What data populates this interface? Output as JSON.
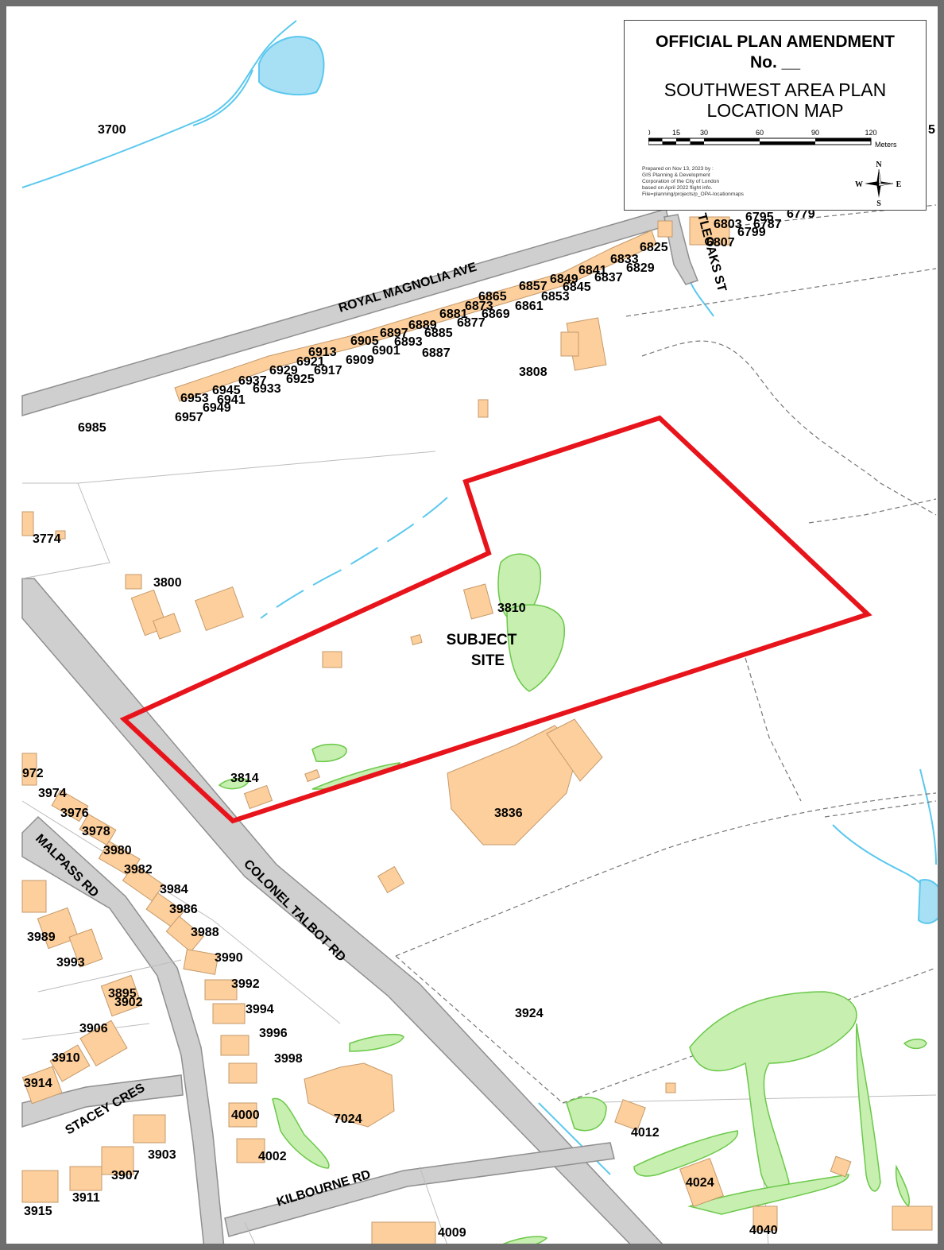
{
  "legend": {
    "title_line1": "OFFICIAL PLAN AMENDMENT",
    "title_line2": "No. __",
    "subtitle_line1": "SOUTHWEST AREA PLAN",
    "subtitle_line2": "LOCATION MAP",
    "scale_ticks": [
      "0",
      "15",
      "30",
      "60",
      "90",
      "120"
    ],
    "scale_unit": "Meters",
    "credits": [
      "Prepared on Nov 13, 2023 by :",
      "GIS Planning & Development",
      "Corporation of the City of London",
      "based on April 2022 flight info.",
      "File=planning/projects/p_OPA-locationmaps"
    ],
    "compass": {
      "n": "N",
      "s": "S",
      "e": "E",
      "w": "W"
    }
  },
  "subject_site": {
    "line1": "SUBJECT",
    "line2": "SITE",
    "outline_color": "#e8141c"
  },
  "roads": {
    "royal_magnolia": "ROYAL MAGNOLIA AVE",
    "colonel_talbot": "COLONEL TALBOT RD",
    "malpass": "MALPASS RD",
    "stacey": "STACEY CRES",
    "kilbourne": "KILBOURNE RD",
    "littleoaks": "TLEOAKS ST"
  },
  "parcels": {
    "p3700": "3700",
    "p6985": "6985",
    "p3774": "3774",
    "p3800": "3800",
    "p3808": "3808",
    "p3810": "3810",
    "p3814": "3814",
    "p3836": "3836",
    "p3924": "3924",
    "p4012": "4012",
    "p4024": "4024",
    "p4040": "4040",
    "p4009": "4009",
    "p7024": "7024",
    "p6825": "6825",
    "p6833": "6833",
    "p6829": "6829",
    "p6841": "6841",
    "p6837": "6837",
    "p6849": "6849",
    "p6845": "6845",
    "p6857": "6857",
    "p6853": "6853",
    "p6861": "6861",
    "p6865": "6865",
    "p6873": "6873",
    "p6869": "6869",
    "p6881": "6881",
    "p6877": "6877",
    "p6889": "6889",
    "p6885": "6885",
    "p6887": "6887",
    "p6897": "6897",
    "p6893": "6893",
    "p6901": "6901",
    "p6905": "6905",
    "p6909": "6909",
    "p6913": "6913",
    "p6921": "6921",
    "p6917": "6917",
    "p6929": "6929",
    "p6925": "6925",
    "p6937": "6937",
    "p6933": "6933",
    "p6945": "6945",
    "p6941": "6941",
    "p6953": "6953",
    "p6949": "6949",
    "p6957": "6957",
    "p6803": "6803",
    "p6795": "6795",
    "p6787": "6787",
    "p6779": "6779",
    "p6807": "6807",
    "p6799": "6799",
    "p3972": "972",
    "p3974": "3974",
    "p3976": "3976",
    "p3978": "3978",
    "p3980": "3980",
    "p3982": "3982",
    "p3984": "3984",
    "p3986": "3986",
    "p3988": "3988",
    "p3990": "3990",
    "p3992": "3992",
    "p3994": "3994",
    "p3996": "3996",
    "p3998": "3998",
    "p4000": "4000",
    "p4002": "4002",
    "p3989": "3989",
    "p3993": "3993",
    "p3895": "3895",
    "p3902": "3902",
    "p3906": "3906",
    "p3910": "3910",
    "p3914": "3914",
    "p3903": "3903",
    "p3907": "3907",
    "p3911": "3911",
    "p3915": "3915",
    "p5": "5"
  },
  "colors": {
    "building": "#fccf9c",
    "water": "#5bc8ee",
    "vegetation": "#9ee080",
    "road": "#cfcfcf",
    "boundary": "#e8141c"
  }
}
